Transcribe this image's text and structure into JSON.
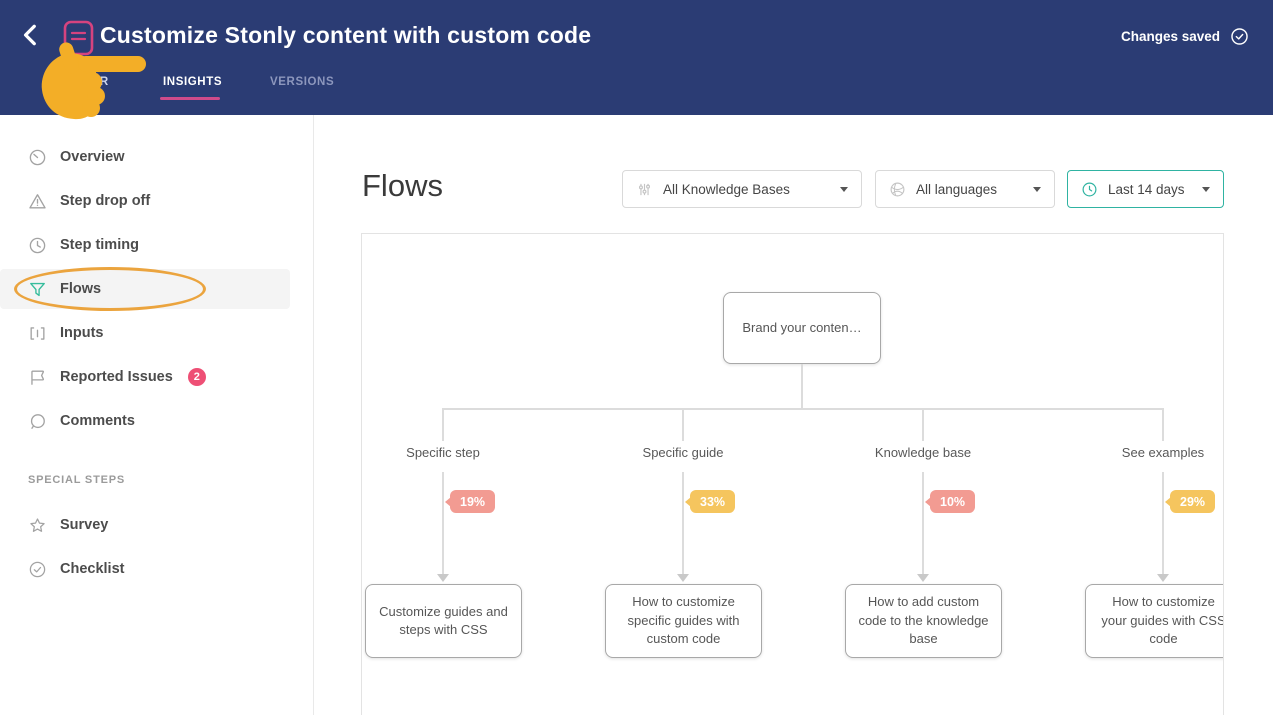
{
  "header": {
    "title": "Customize Stonly content with custom code",
    "status": "Changes saved",
    "tabs": [
      {
        "label": "EDITOR",
        "state": "partially-hidden-by-hand"
      },
      {
        "label": "INSIGHTS",
        "state": "active"
      },
      {
        "label": "VERSIONS",
        "state": "inactive"
      }
    ]
  },
  "sidebar": {
    "items": [
      {
        "label": "Overview",
        "icon": "gauge-icon"
      },
      {
        "label": "Step drop off",
        "icon": "warning-triangle-icon"
      },
      {
        "label": "Step timing",
        "icon": "clock-icon"
      },
      {
        "label": "Flows",
        "icon": "funnel-icon",
        "active": true,
        "annotated": "orange-oval"
      },
      {
        "label": "Inputs",
        "icon": "input-brackets-icon"
      },
      {
        "label": "Reported Issues",
        "icon": "flag-icon",
        "badge": "2"
      },
      {
        "label": "Comments",
        "icon": "comment-icon"
      }
    ],
    "section_label": "SPECIAL STEPS",
    "special_items": [
      {
        "label": "Survey",
        "icon": "star-icon"
      },
      {
        "label": "Checklist",
        "icon": "check-circle-icon"
      }
    ]
  },
  "main": {
    "heading": "Flows",
    "filters": [
      {
        "label": "All Knowledge Bases",
        "icon": "sliders-icon"
      },
      {
        "label": "All languages",
        "icon": "globe-icon"
      },
      {
        "label": "Last 14 days",
        "icon": "clock-icon",
        "highlighted": true
      }
    ]
  },
  "diagram": {
    "root": "Brand your conten…",
    "branches": [
      {
        "label": "Specific step",
        "percent": "19%",
        "badge_color": "#f29b92",
        "target": "Customize guides and steps with CSS"
      },
      {
        "label": "Specific guide",
        "percent": "33%",
        "badge_color": "#f5c55e",
        "target": "How to customize specific guides with custom code"
      },
      {
        "label": "Knowledge base",
        "percent": "10%",
        "badge_color": "#f29b92",
        "target": "How to add custom code to the knowledge base"
      },
      {
        "label": "See examples",
        "percent": "29%",
        "badge_color": "#f5c55e",
        "target": "How to customize your guides with CSS code"
      }
    ]
  },
  "colors": {
    "header_bg": "#2b3c74",
    "accent_pink": "#d6437f",
    "teal_accent": "#2fb3a2",
    "badge_pink": "#f29b92",
    "badge_yellow": "#f5c55e",
    "annotation_orange": "#eba43e",
    "hand_yellow": "#f3ae27",
    "issues_badge_red": "#ee4f75"
  }
}
